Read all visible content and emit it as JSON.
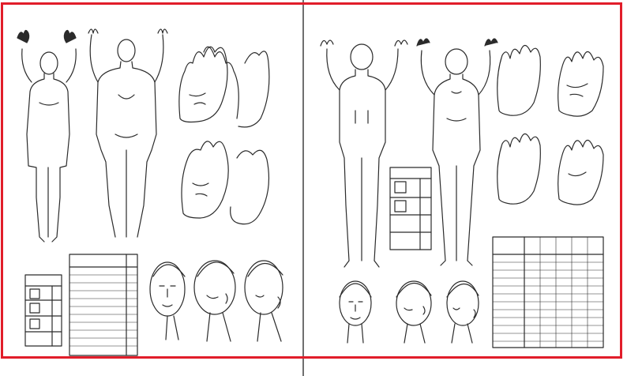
{
  "colors": {
    "frame": "#e11d2a",
    "ink": "#2b2b2b",
    "divider": "#6f6f6f"
  },
  "icons": [
    "body-front-figure",
    "body-back-figure",
    "hand-figure",
    "head-figure"
  ]
}
